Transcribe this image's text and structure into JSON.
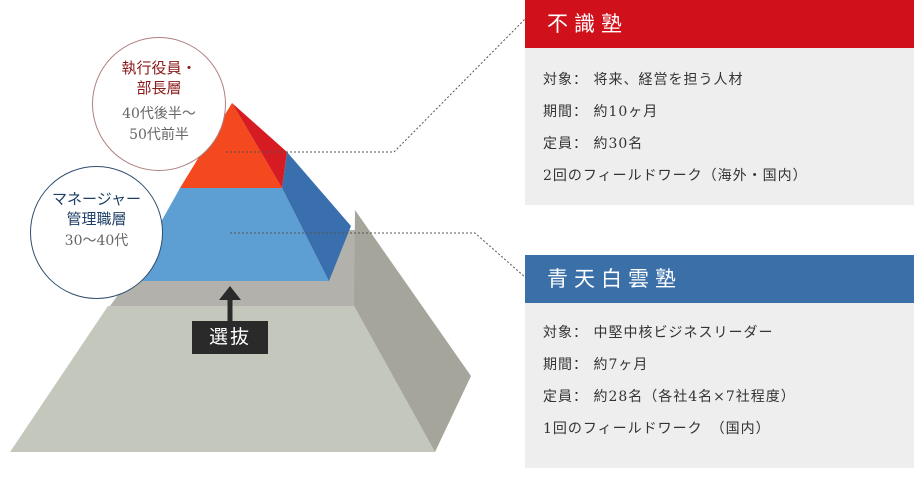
{
  "pyramid": {
    "colors": {
      "exec_front": "#f4481f",
      "exec_side": "#d71b22",
      "mgr_front": "#5d9fd2",
      "mgr_side": "#3a6fae",
      "base_front": "#c4c8bc",
      "base_side": "#a5a59b",
      "base_top": "#b3b1ac"
    }
  },
  "exec_circle": {
    "title": "執行役員・\n部長層",
    "subtitle": "40代後半〜\n50代前半"
  },
  "mgr_circle": {
    "title": "マネージャー\n管理職層",
    "subtitle": "30〜40代"
  },
  "select_label": "選抜",
  "fushiki": {
    "title": "不識塾",
    "color": "#d0101a",
    "rows": [
      "対象： 将来、経営を担う人材",
      "期間： 約10ヶ月",
      "定員： 約30名",
      "2回のフィールドワーク（海外・国内）"
    ]
  },
  "seiten": {
    "title": "青天白雲塾",
    "color": "#3a6fa8",
    "rows": [
      "対象： 中堅中核ビジネスリーダー",
      "期間： 約7ヶ月",
      "定員： 約28名（各社4名×7社程度）",
      "1回のフィールドワーク　（国内）"
    ]
  }
}
